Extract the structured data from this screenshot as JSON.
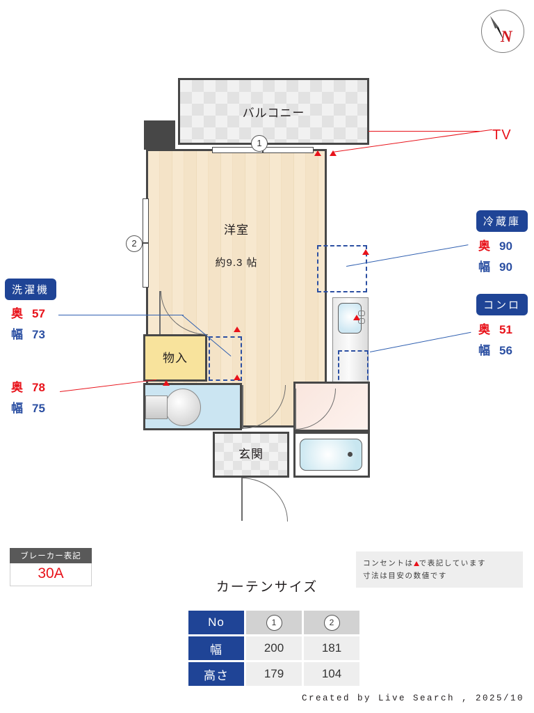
{
  "compass": {
    "north_letter": "N",
    "icon": "compass-needle-icon"
  },
  "plan": {
    "rooms": [
      {
        "key": "balcony",
        "label": "バルコニー"
      },
      {
        "key": "main",
        "label": "洋室",
        "sublabel": "約9.3 帖"
      },
      {
        "key": "closet",
        "label": "物入"
      },
      {
        "key": "entrance",
        "label": "玄関"
      }
    ],
    "window_markers": [
      {
        "id": "1",
        "text": "1"
      },
      {
        "id": "2",
        "text": "2"
      }
    ],
    "tv_label": "TV"
  },
  "appliances": [
    {
      "key": "washer",
      "name": "洗濯機",
      "depth_key": "奥",
      "depth": "57",
      "width_key": "幅",
      "width": "73"
    },
    {
      "key": "closet_dim",
      "name": "",
      "depth_key": "奥",
      "depth": "78",
      "width_key": "幅",
      "width": "75"
    },
    {
      "key": "fridge",
      "name": "冷蔵庫",
      "depth_key": "奥",
      "depth": "90",
      "width_key": "幅",
      "width": "90"
    },
    {
      "key": "stove",
      "name": "コンロ",
      "depth_key": "奥",
      "depth": "51",
      "width_key": "幅",
      "width": "56"
    }
  ],
  "breaker": {
    "title": "ブレーカー表記",
    "value": "30A"
  },
  "note": {
    "line1_before": "コンセントは",
    "line1_after": "で表記しています",
    "line2": "寸法は目安の数値です"
  },
  "curtain": {
    "title": "カーテンサイズ",
    "row_headers": [
      "No",
      "幅",
      "高さ"
    ],
    "columns": [
      "1",
      "2"
    ],
    "widths": [
      "200",
      "181"
    ],
    "heights": [
      "179",
      "104"
    ]
  },
  "footer": {
    "text": "Created by Live Search , 2025/10"
  },
  "colors": {
    "badge_blue": "#1f4496",
    "dim_red": "#e8121a",
    "dim_blue": "#2b4fa2",
    "wall": "#474747",
    "wood": "#f5e5cb",
    "closet_yellow": "#f7e29a",
    "toilet_blue": "#cbe5f2",
    "bath_blue": "#cfeaf3",
    "washroom_pink": "#f7e3dc"
  }
}
